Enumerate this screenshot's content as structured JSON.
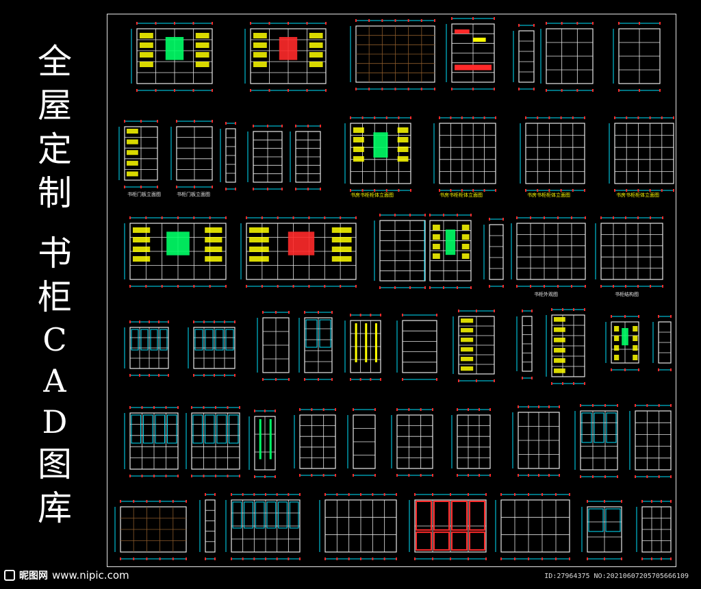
{
  "title": {
    "line1": [
      "全",
      "屋",
      "定",
      "制"
    ],
    "line2": [
      "书",
      "柜",
      "C",
      "A",
      "D",
      "图",
      "库"
    ]
  },
  "watermark": {
    "site_name": "昵图网",
    "url": "www.nipic.com",
    "id_text": "ID:27964375 NO:20210607205705666109"
  },
  "drawing_labels": [
    "书柜门板立面图",
    "书柜门板立面图",
    "书房书柜柜体立面图",
    "书房书柜柜体立面图",
    "书房书柜柜体立面图",
    "书房书柜柜体立面图",
    "书柜外观图",
    "书柜结构图"
  ],
  "colors": {
    "background": "#000000",
    "line": "#e8e8e8",
    "dimension": "#00e5ff",
    "tick": "#ff2a2a",
    "label": "#ffff00",
    "wood": "#8b5a2b",
    "glass": "#00ff66"
  }
}
